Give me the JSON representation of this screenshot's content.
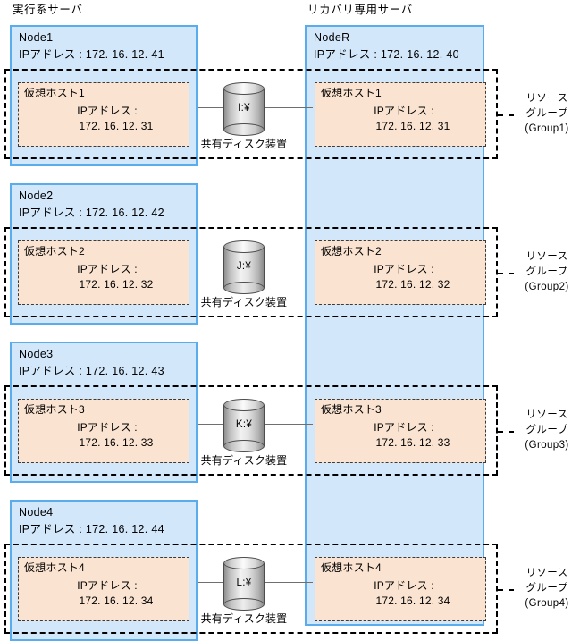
{
  "diagram": {
    "title_left": "実行系サーバ",
    "title_right": "リカバリ専用サーバ",
    "recovery_node": {
      "name": "NodeR",
      "ip_line": "IPアドレス : 172. 16. 12. 40"
    },
    "shared_disk_caption": "共有ディスク装置",
    "resource_group_line1": "リソース",
    "resource_group_line2": "グループ",
    "rows": [
      {
        "node_name": "Node1",
        "node_ip_line": "IPアドレス : 172. 16. 12. 41",
        "vhost_name": "仮想ホスト1",
        "vhost_ip_label": "IPアドレス :",
        "vhost_ip_value": "172. 16. 12. 31",
        "disk_label": "I:¥",
        "disk_caption": "共有ディスク装置",
        "recovery_vhost_name": "仮想ホスト1",
        "recovery_vhost_ip_label": "IPアドレス :",
        "recovery_vhost_ip_value": "172. 16. 12. 31",
        "group_line1": "リソース",
        "group_line2": "グループ",
        "group_line3": "(Group1)"
      },
      {
        "node_name": "Node2",
        "node_ip_line": "IPアドレス : 172. 16. 12. 42",
        "vhost_name": "仮想ホスト2",
        "vhost_ip_label": "IPアドレス :",
        "vhost_ip_value": "172. 16. 12. 32",
        "disk_label": "J:¥",
        "disk_caption": "共有ディスク装置",
        "recovery_vhost_name": "仮想ホスト2",
        "recovery_vhost_ip_label": "IPアドレス :",
        "recovery_vhost_ip_value": "172. 16. 12. 32",
        "group_line1": "リソース",
        "group_line2": "グループ",
        "group_line3": "(Group2)"
      },
      {
        "node_name": "Node3",
        "node_ip_line": "IPアドレス : 172. 16. 12. 43",
        "vhost_name": "仮想ホスト3",
        "vhost_ip_label": "IPアドレス :",
        "vhost_ip_value": "172. 16. 12. 33",
        "disk_label": "K:¥",
        "disk_caption": "共有ディスク装置",
        "recovery_vhost_name": "仮想ホスト3",
        "recovery_vhost_ip_label": "IPアドレス :",
        "recovery_vhost_ip_value": "172. 16. 12. 33",
        "group_line1": "リソース",
        "group_line2": "グループ",
        "group_line3": "(Group3)"
      },
      {
        "node_name": "Node4",
        "node_ip_line": "IPアドレス : 172. 16. 12. 44",
        "vhost_name": "仮想ホスト4",
        "vhost_ip_label": "IPアドレス :",
        "vhost_ip_value": "172. 16. 12. 34",
        "disk_label": "L:¥",
        "disk_caption": "共有ディスク装置",
        "recovery_vhost_name": "仮想ホスト4",
        "recovery_vhost_ip_label": "IPアドレス :",
        "recovery_vhost_ip_value": "172. 16. 12. 34",
        "group_line1": "リソース",
        "group_line2": "グループ",
        "group_line3": "(Group4)"
      }
    ]
  },
  "colors": {
    "node_fill": "#d3e7fb",
    "node_border": "#5aacec",
    "vhost_fill": "#fae3d0",
    "vhost_border": "#3a3a3a",
    "group_border": "#000000",
    "wire": "#6f6f6f"
  }
}
